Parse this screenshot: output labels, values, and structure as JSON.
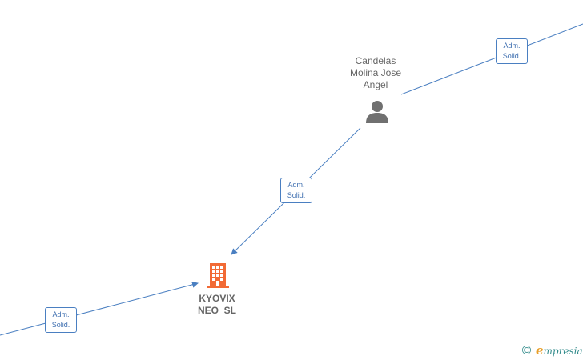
{
  "person": {
    "name_lines": [
      "Candelas",
      "Molina Jose",
      "Angel"
    ],
    "icon": "person-icon"
  },
  "company": {
    "name_lines": [
      "KYOVIX",
      "NEO  SL"
    ],
    "icon": "building-icon",
    "color": "#f26a35"
  },
  "edges": [
    {
      "label_lines": [
        "Adm.",
        "Solid."
      ]
    },
    {
      "label_lines": [
        "Adm.",
        "Solid."
      ]
    },
    {
      "label_lines": [
        "Adm.",
        "Solid."
      ]
    }
  ],
  "footer": {
    "copyright_symbol": "©",
    "brand_initial": "e",
    "brand_rest": "mpresia"
  },
  "colors": {
    "edge": "#4a7fc1",
    "text": "#666666",
    "brand": "#2f8a8a",
    "brand_accent": "#e8a02c"
  }
}
